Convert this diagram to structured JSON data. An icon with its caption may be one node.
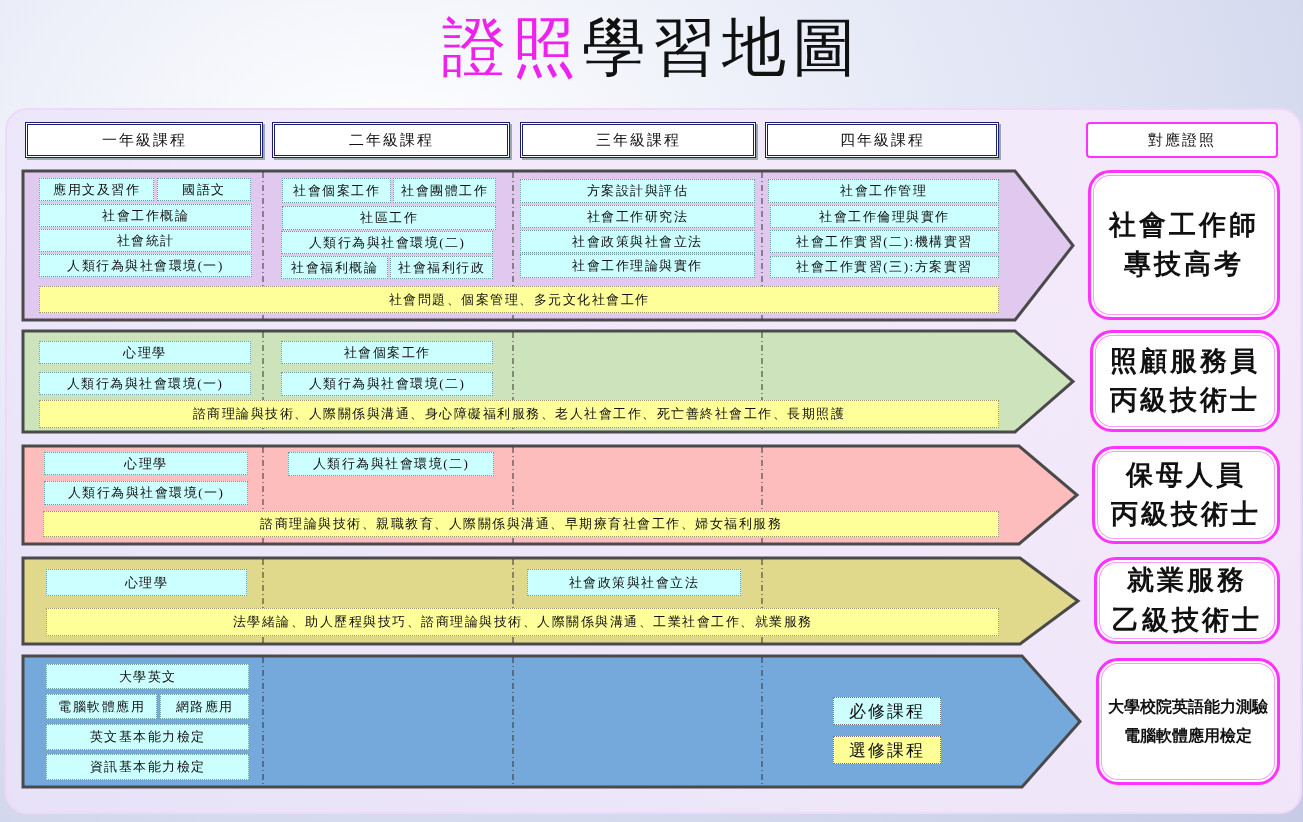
{
  "diagram": {
    "title": "證照學習地圖",
    "nodes": [
      {
        "text": [
          "一年級課程"
        ]
      },
      {
        "text": [
          "二年級課程"
        ]
      },
      {
        "text": [
          "三年級課程"
        ]
      },
      {
        "text": [
          "四年級課程"
        ]
      },
      {
        "text": [
          "對應證照"
        ]
      },
      {
        "text": [],
        "shape": "arrow"
      },
      {
        "text": [
          "應用文及習作"
        ],
        "in": 5
      },
      {
        "text": [
          "國語文"
        ],
        "in": 5
      },
      {
        "text": [
          "社會工作概論"
        ],
        "in": 5
      },
      {
        "text": [
          "社會統計"
        ],
        "in": 5
      },
      {
        "text": [
          "人類行為與社會環境(一)"
        ],
        "in": 5
      },
      {
        "text": [
          "社會個案工作"
        ],
        "in": 5
      },
      {
        "text": [
          "社會團體工作"
        ],
        "in": 5
      },
      {
        "text": [
          "社區工作"
        ],
        "in": 5
      },
      {
        "text": [
          "人類行為與社會環境(二)"
        ],
        "in": 5
      },
      {
        "text": [
          "社會福利概論"
        ],
        "in": 5
      },
      {
        "text": [
          "社會福利行政"
        ],
        "in": 5
      },
      {
        "text": [
          "方案設計與評估"
        ],
        "in": 5
      },
      {
        "text": [
          "社會工作研究法"
        ],
        "in": 5
      },
      {
        "text": [
          "社會政策與社會立法"
        ],
        "in": 5
      },
      {
        "text": [
          "社會工作理論與實作"
        ],
        "in": 5
      },
      {
        "text": [
          "社會工作管理"
        ],
        "in": 5
      },
      {
        "text": [
          "社會工作倫理與實作"
        ],
        "in": 5
      },
      {
        "text": [
          "社會工作實習(二):機構實習"
        ],
        "in": 5
      },
      {
        "text": [
          "社會工作實習(三):方案實習"
        ],
        "in": 5
      },
      {
        "text": [
          "社會問題、個案管理、多元文化社會工作"
        ],
        "in": 5
      },
      {
        "text": [
          "社會工作師",
          "專技高考"
        ]
      },
      {
        "text": [],
        "shape": "arrow"
      },
      {
        "text": [
          "心理學"
        ],
        "in": 27
      },
      {
        "text": [
          "社會個案工作"
        ],
        "in": 27
      },
      {
        "text": [
          "人類行為與社會環境(一)"
        ],
        "in": 27
      },
      {
        "text": [
          "人類行為與社會環境(二)"
        ],
        "in": 27
      },
      {
        "text": [
          "諮商理論與技術、人際關係與溝通、身心障礙福利服務、老人社會工作、死亡善終社會工作、長期照護"
        ],
        "in": 27
      },
      {
        "text": [
          "照顧服務員",
          "丙級技術士"
        ]
      },
      {
        "text": [],
        "shape": "arrow"
      },
      {
        "text": [
          "心理學"
        ],
        "in": 34
      },
      {
        "text": [
          "人類行為與社會環境(二)"
        ],
        "in": 34
      },
      {
        "text": [
          "人類行為與社會環境(一)"
        ],
        "in": 34
      },
      {
        "text": [
          "諮商理論與技術、親職教育、人際關係與溝通、早期療育社會工作、婦女福利服務"
        ],
        "in": 34
      },
      {
        "text": [
          "保母人員",
          "丙級技術士"
        ]
      },
      {
        "text": [],
        "shape": "arrow"
      },
      {
        "text": [
          "心理學"
        ],
        "in": 40
      },
      {
        "text": [
          "社會政策與社會立法"
        ],
        "in": 40
      },
      {
        "text": [
          "法學緒論、助人歷程與技巧、諮商理論與技術、人際關係與溝通、工業社會工作、就業服務"
        ],
        "in": 40
      },
      {
        "text": [
          "就業服務",
          "乙級技術士"
        ]
      },
      {
        "text": [],
        "shape": "arrow"
      },
      {
        "text": [
          "大學英文"
        ],
        "in": 45
      },
      {
        "text": [
          "電腦軟體應用"
        ],
        "in": 45
      },
      {
        "text": [
          "網路應用"
        ],
        "in": 45
      },
      {
        "text": [
          "英文基本能力檢定"
        ],
        "in": 45
      },
      {
        "text": [
          "資訊基本能力檢定"
        ],
        "in": 45
      },
      {
        "text": [
          "大學校院英語能力測驗",
          "電腦軟體應用檢定"
        ]
      }
    ],
    "legend": [
      {
        "text": "必修課程",
        "color": "#ccffff"
      },
      {
        "text": "選修課程",
        "color": "#ffff99"
      }
    ]
  }
}
